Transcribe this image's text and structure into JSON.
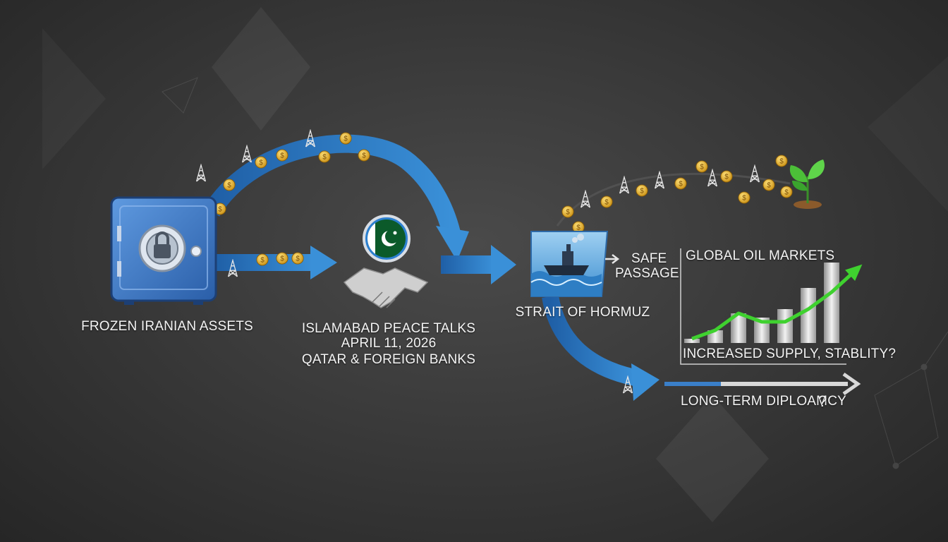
{
  "labels": {
    "assets": "FROZEN IRANIAN ASSETS",
    "talks_title": "ISLAMABAD PEACE TALKS",
    "talks_date": "APRIL 11, 2026",
    "talks_banks": "QATAR & FOREIGN BANKS",
    "strait": "STRAIT OF HORMUZ",
    "safe_passage_1": "SAFE",
    "safe_passage_2": "PASSAGE",
    "markets": "GLOBAL OIL MARKETS",
    "supply": "INCREASED SUPPLY, STABLITY?",
    "diplomacy": "LONG-TERM DIPLOAMCY",
    "question": "?"
  },
  "icons": {
    "safe": "locked-safe-icon",
    "handshake": "handshake-icon",
    "flag": "pakistan-flag-globe-icon",
    "ship": "oil-tanker-ship-icon",
    "plant": "sprout-icon",
    "coin": "dollar-coin-icon",
    "derrick": "oil-derrick-icon"
  },
  "colors": {
    "arrow_blue": "#2f80c8",
    "trend_green": "#3fd12f",
    "background": "#3a3a3a"
  },
  "chart_data": {
    "type": "bar",
    "categories": [
      "",
      "",
      "",
      "",
      "",
      "",
      "",
      ""
    ],
    "values": [
      1,
      3,
      7,
      6,
      8,
      13,
      19,
      0
    ],
    "trend": [
      1,
      3,
      7,
      5,
      5,
      8,
      12,
      17
    ],
    "title": "GLOBAL OIL MARKETS",
    "xlabel": "",
    "ylabel": "",
    "ylim": [
      0,
      20
    ]
  }
}
